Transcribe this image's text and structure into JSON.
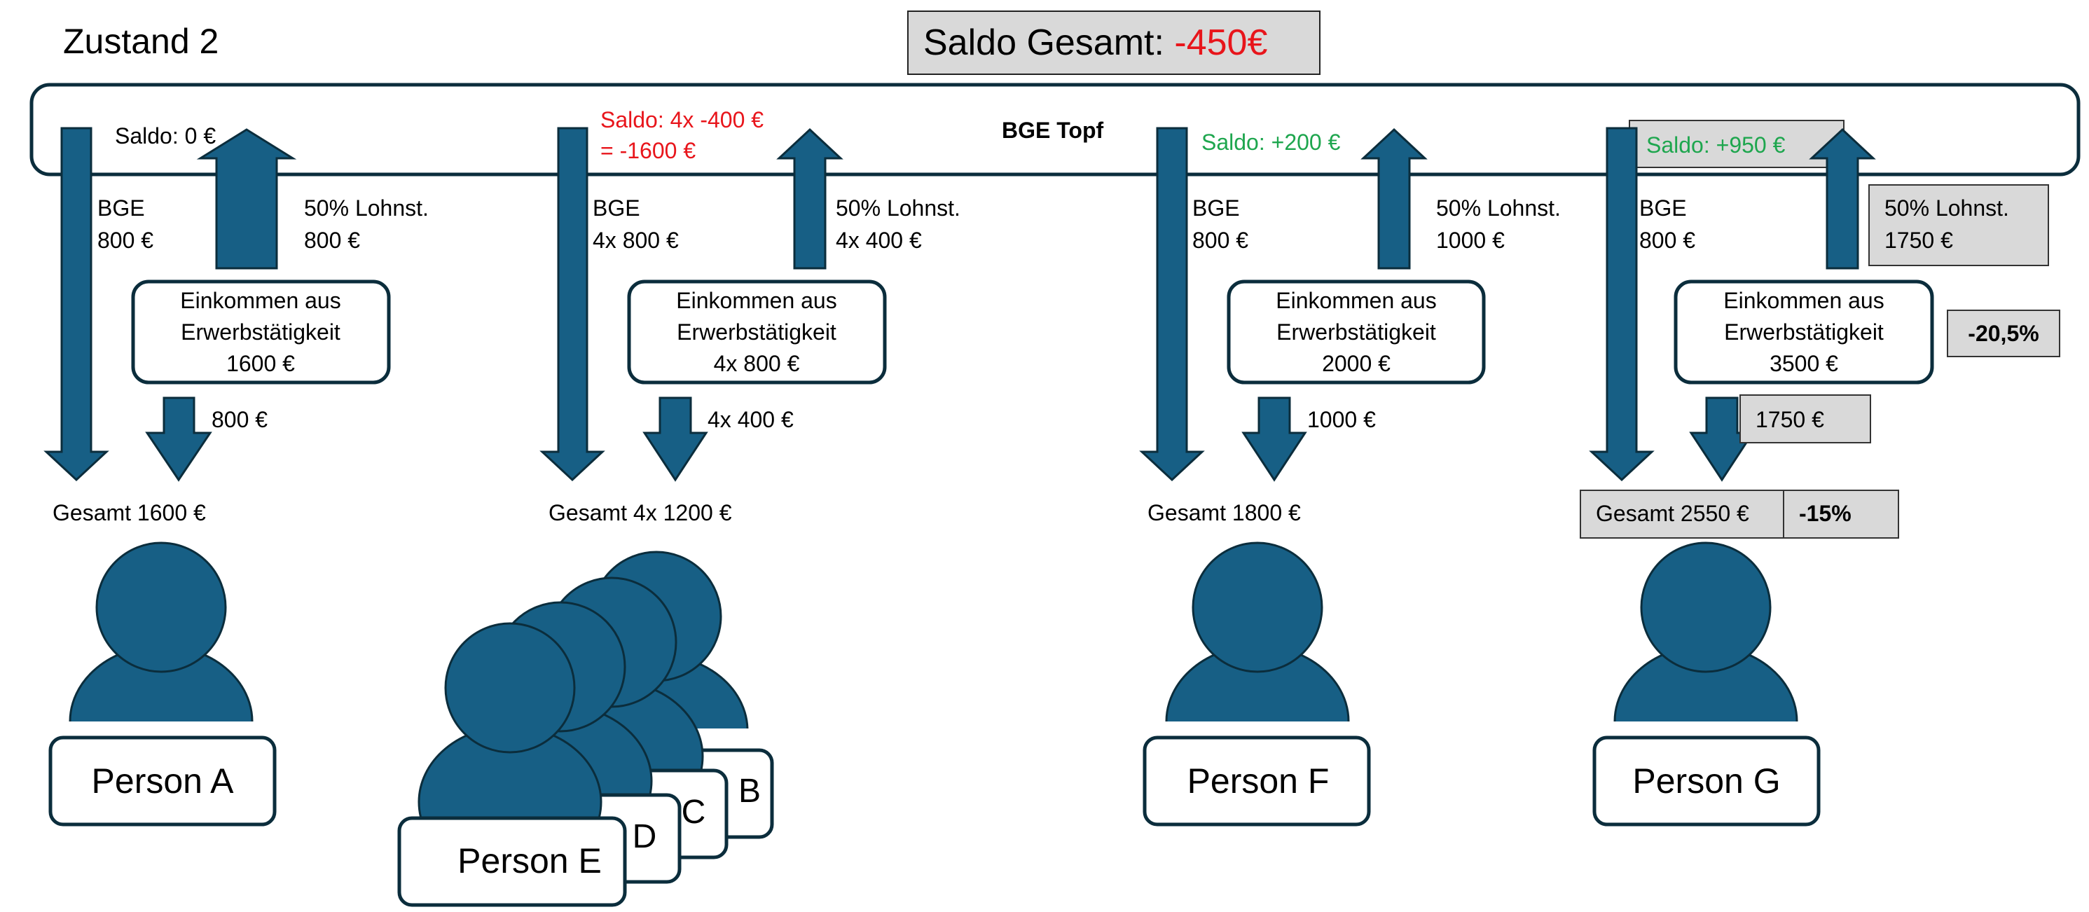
{
  "title": "Zustand 2",
  "saldo_gesamt": {
    "label": "Saldo Gesamt: ",
    "value": "-450€"
  },
  "pot_label": "BGE Topf",
  "colors": {
    "arrow": "#175f85",
    "person": "#175f85",
    "negative": "#e8151b",
    "positive": "#1ea64e",
    "highlight_box": "#d9d9d9",
    "outline": "#0b2d3c"
  },
  "groups": [
    {
      "saldo": [
        "Saldo: 0 €"
      ],
      "bge": [
        "BGE",
        "800 €"
      ],
      "tax": [
        "50% Lohnst.",
        "800 €"
      ],
      "income": [
        "Einkommen aus",
        "Erwerbstätigkeit",
        "1600 €"
      ],
      "net": "800 €",
      "total": "Gesamt 1600 €",
      "person": "Person A"
    },
    {
      "saldo": [
        "Saldo: 4x -400 €",
        "= -1600 €"
      ],
      "bge": [
        "BGE",
        "4x 800 €"
      ],
      "tax": [
        "50% Lohnst.",
        "4x 400 €"
      ],
      "income": [
        "Einkommen aus",
        "Erwerbstätigkeit",
        "4x 800 €"
      ],
      "net": "4x 400 €",
      "total": "Gesamt 4x 1200 €",
      "persons": [
        "B",
        "C",
        "D",
        "Person E"
      ]
    },
    {
      "saldo": [
        "Saldo: +200 €"
      ],
      "bge": [
        "BGE",
        "800 €"
      ],
      "tax": [
        "50% Lohnst.",
        "1000 €"
      ],
      "income": [
        "Einkommen aus",
        "Erwerbstätigkeit",
        "2000 €"
      ],
      "net": "1000 €",
      "total": "Gesamt 1800 €",
      "person": "Person F"
    },
    {
      "saldo": [
        "Saldo: +950 €"
      ],
      "bge": [
        "BGE",
        "800 €"
      ],
      "tax": [
        "50% Lohnst.",
        "1750 €"
      ],
      "income": [
        "Einkommen aus",
        "Erwerbstätigkeit",
        "3500 €"
      ],
      "income_change": "-20,5%",
      "net": "1750 €",
      "total": "Gesamt 2550 €",
      "total_change": "-15%",
      "person": "Person G"
    }
  ]
}
